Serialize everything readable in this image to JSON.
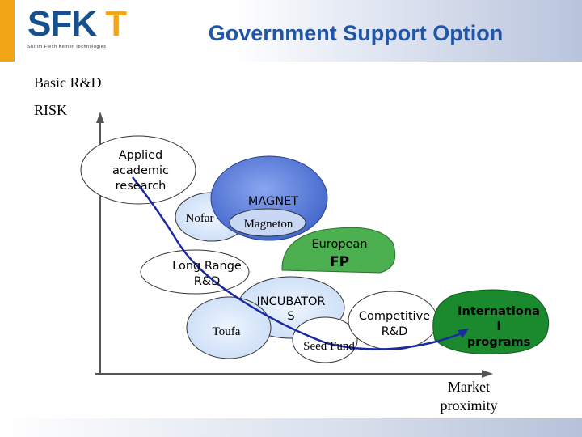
{
  "header": {
    "logo_main": "SFKT",
    "logo_subtitle": "Shirim Flesh Kelner Technologies",
    "title": "Government Support Option"
  },
  "axes": {
    "y_label_top": "Basic R&D",
    "y_label_risk": "RISK",
    "x_label_line1": "Market",
    "x_label_line2": "proximity"
  },
  "bubbles": {
    "applied": {
      "line1": "Applied",
      "line2": "academic",
      "line3": "research"
    },
    "magnet": "MAGNET",
    "nofar": "Nofar",
    "magneton": "Magneton",
    "european": {
      "line1": "European",
      "line2": "FP"
    },
    "long_range": {
      "line1": "Long Range",
      "line2": "R&D"
    },
    "incubator": {
      "line1": "INCUBATOR",
      "line2": "S"
    },
    "toufa": "Toufa",
    "competitive": {
      "line1": "Competitive",
      "line2": "R&D"
    },
    "seed_fund": "Seed Fund",
    "international": {
      "line1": "Internationa",
      "line2": "l",
      "line3": "programs"
    }
  },
  "colors": {
    "brand_blue": "#16508f",
    "brand_orange": "#f2a516",
    "title_blue": "#1f56a8",
    "magnet_fill": "#5a7fe0",
    "european_fill": "#4caf50",
    "international_fill": "#1b8a2e",
    "light_blue_fill": "#d8e8fb",
    "curve_color": "#1a2aa0"
  }
}
